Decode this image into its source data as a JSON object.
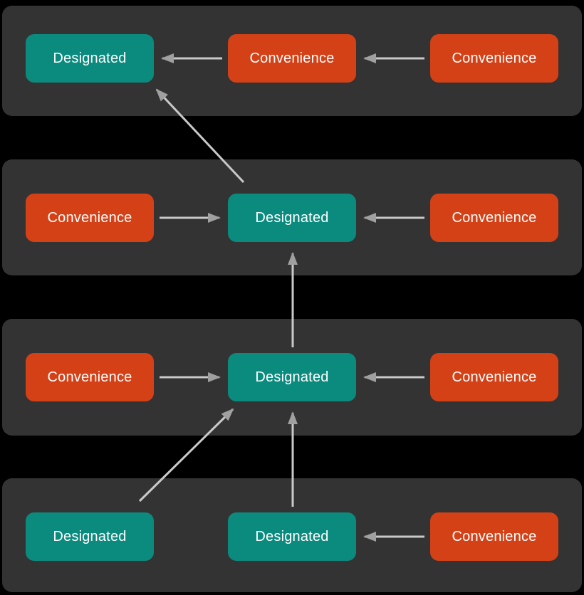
{
  "colors": {
    "designated": "#0B8A7E",
    "convenience": "#D54117",
    "band_background": "#333333",
    "page_background": "#000000",
    "arrow_line": "#C9C9C9",
    "arrow_head": "#A0A0A0",
    "text": "#FFFFFF"
  },
  "diagram": {
    "bands": [
      {
        "nodes": [
          {
            "id": "r1-left",
            "type": "designated",
            "label": "Designated"
          },
          {
            "id": "r1-center",
            "type": "convenience",
            "label": "Convenience"
          },
          {
            "id": "r1-right",
            "type": "convenience",
            "label": "Convenience"
          }
        ]
      },
      {
        "nodes": [
          {
            "id": "r2-left",
            "type": "convenience",
            "label": "Convenience"
          },
          {
            "id": "r2-center",
            "type": "designated",
            "label": "Designated"
          },
          {
            "id": "r2-right",
            "type": "convenience",
            "label": "Convenience"
          }
        ]
      },
      {
        "nodes": [
          {
            "id": "r3-left",
            "type": "convenience",
            "label": "Convenience"
          },
          {
            "id": "r3-center",
            "type": "designated",
            "label": "Designated"
          },
          {
            "id": "r3-right",
            "type": "convenience",
            "label": "Convenience"
          }
        ]
      },
      {
        "nodes": [
          {
            "id": "r4-left",
            "type": "designated",
            "label": "Designated"
          },
          {
            "id": "r4-center",
            "type": "designated",
            "label": "Designated"
          },
          {
            "id": "r4-right",
            "type": "convenience",
            "label": "Convenience"
          }
        ]
      }
    ],
    "edges": [
      {
        "from": "r1-center",
        "to": "r1-left",
        "kind": "horizontal"
      },
      {
        "from": "r1-right",
        "to": "r1-center",
        "kind": "horizontal"
      },
      {
        "from": "r2-left",
        "to": "r2-center",
        "kind": "horizontal"
      },
      {
        "from": "r2-right",
        "to": "r2-center",
        "kind": "horizontal"
      },
      {
        "from": "r2-center",
        "to": "r1-left",
        "kind": "diagonal"
      },
      {
        "from": "r3-left",
        "to": "r3-center",
        "kind": "horizontal"
      },
      {
        "from": "r3-right",
        "to": "r3-center",
        "kind": "horizontal"
      },
      {
        "from": "r3-center",
        "to": "r2-center",
        "kind": "vertical"
      },
      {
        "from": "r4-left",
        "to": "r3-center",
        "kind": "diagonal"
      },
      {
        "from": "r4-center",
        "to": "r3-center",
        "kind": "vertical"
      },
      {
        "from": "r4-right",
        "to": "r4-center",
        "kind": "horizontal"
      }
    ]
  }
}
